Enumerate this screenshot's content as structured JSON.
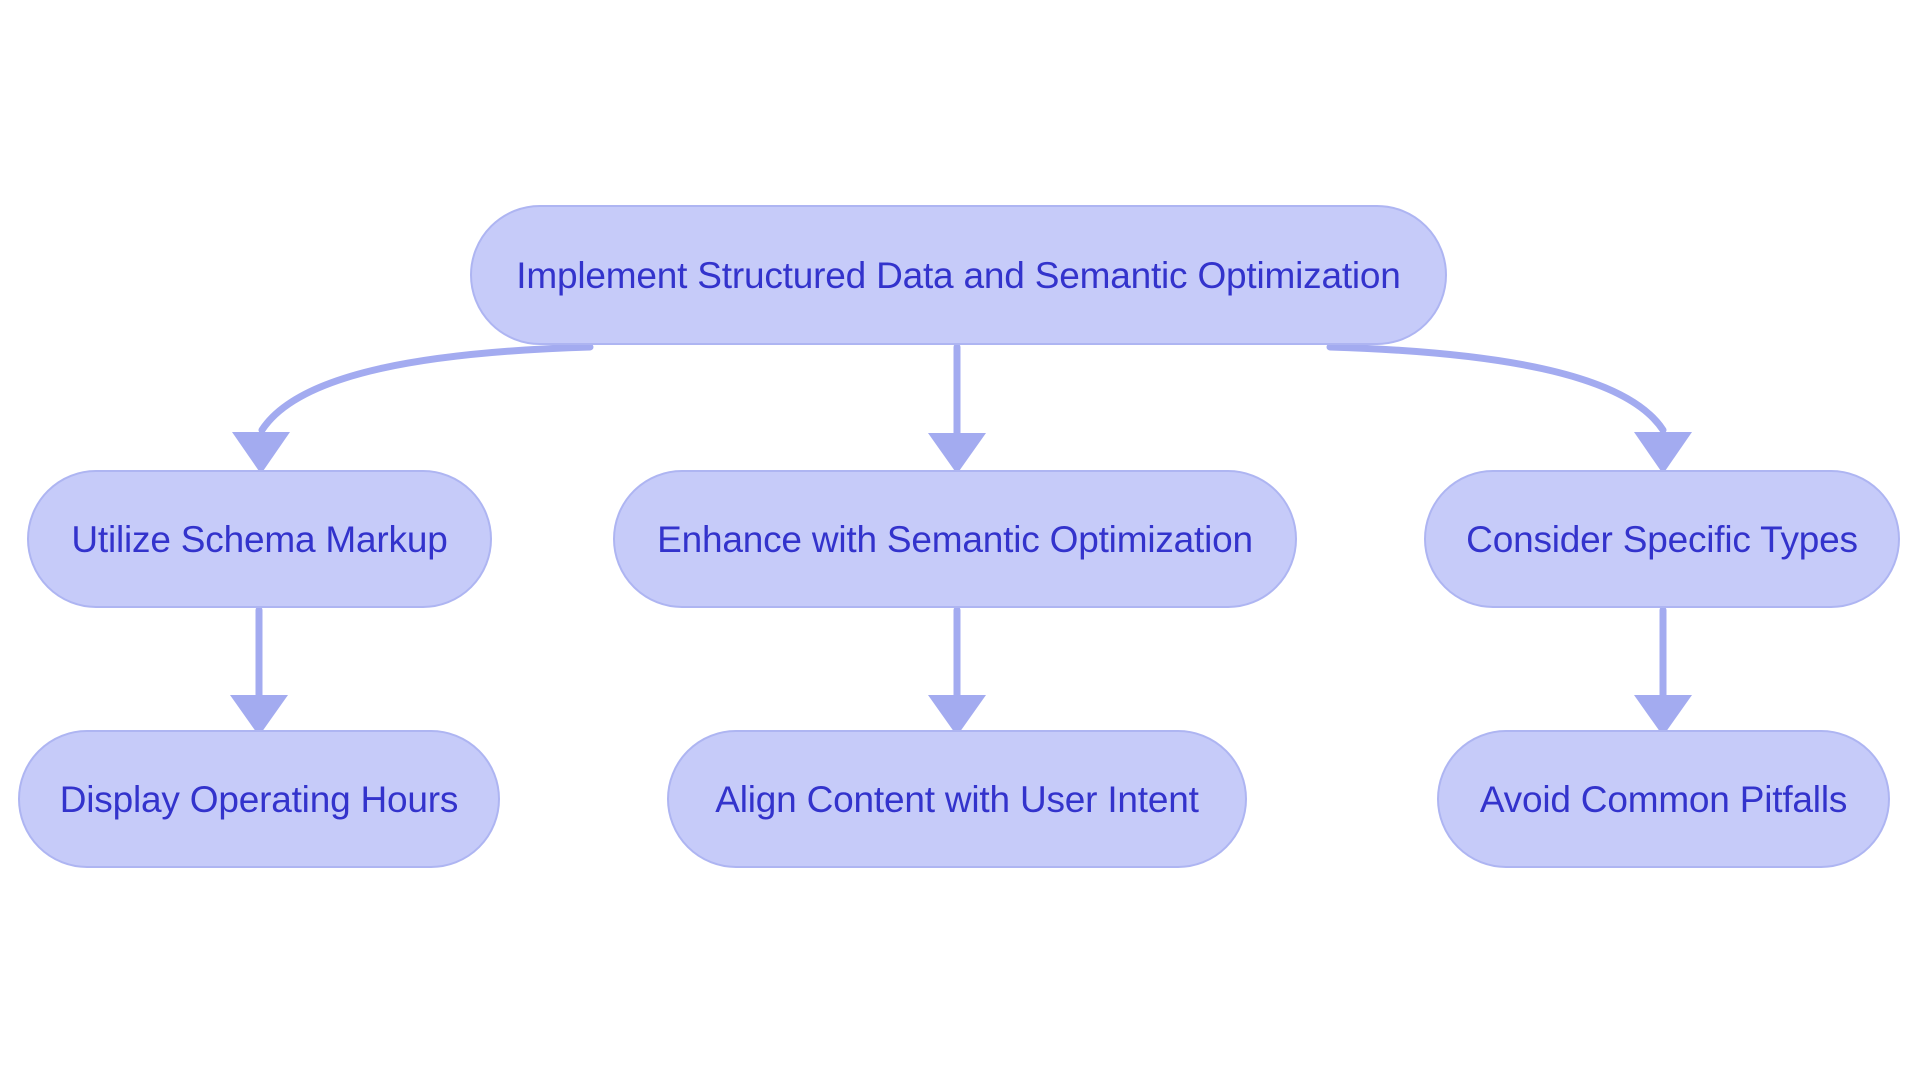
{
  "diagram": {
    "type": "flowchart",
    "title": "Implement Structured Data and Semantic Optimization",
    "background_color": "#ffffff",
    "node_fill_color": "#c6cbf9",
    "node_border_color": "#aeb5f2",
    "node_text_color": "#3333cc",
    "edge_color": "#a3abf0",
    "nodes": {
      "root": {
        "label": "Implement Structured Data and Semantic Optimization"
      },
      "row2": [
        {
          "label": "Utilize Schema Markup"
        },
        {
          "label": "Enhance with Semantic Optimization"
        },
        {
          "label": "Consider Specific Types"
        }
      ],
      "row3": [
        {
          "label": "Display Operating Hours"
        },
        {
          "label": "Align Content with User Intent"
        },
        {
          "label": "Avoid Common Pitfalls"
        }
      ]
    },
    "edges": [
      {
        "from": "Implement Structured Data and Semantic Optimization",
        "to": "Utilize Schema Markup",
        "style": "curved",
        "arrow": "down"
      },
      {
        "from": "Implement Structured Data and Semantic Optimization",
        "to": "Enhance with Semantic Optimization",
        "style": "straight",
        "arrow": "down"
      },
      {
        "from": "Implement Structured Data and Semantic Optimization",
        "to": "Consider Specific Types",
        "style": "curved",
        "arrow": "down"
      },
      {
        "from": "Utilize Schema Markup",
        "to": "Display Operating Hours",
        "style": "straight",
        "arrow": "down"
      },
      {
        "from": "Enhance with Semantic Optimization",
        "to": "Align Content with User Intent",
        "style": "straight",
        "arrow": "down"
      },
      {
        "from": "Consider Specific Types",
        "to": "Avoid Common Pitfalls",
        "style": "straight",
        "arrow": "down"
      }
    ]
  }
}
